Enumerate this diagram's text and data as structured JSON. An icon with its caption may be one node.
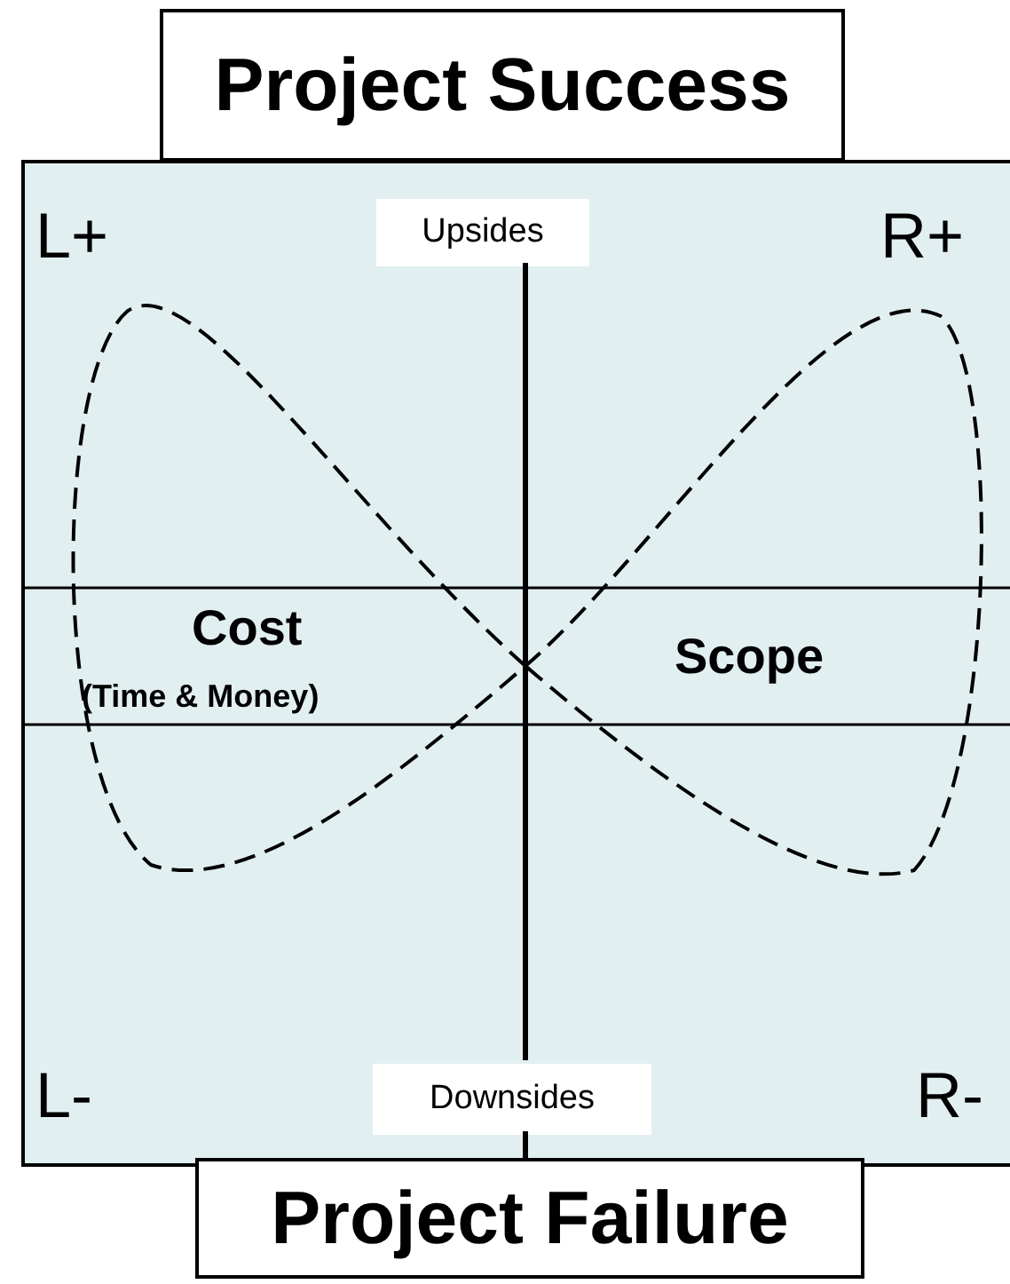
{
  "diagram": {
    "nodes": [
      {
        "text": [
          "Project Success"
        ]
      },
      {
        "text": [],
        "shape": "box"
      },
      {
        "text": [
          "Upsides"
        ],
        "in": 1
      },
      {
        "text": [
          "Downsides"
        ],
        "in": 1
      },
      {
        "text": [
          "Project Failure"
        ]
      }
    ],
    "labels": [
      "L+",
      "R+",
      "Cost",
      "(Time & Money)",
      "Scope",
      "L-",
      "R-"
    ]
  }
}
